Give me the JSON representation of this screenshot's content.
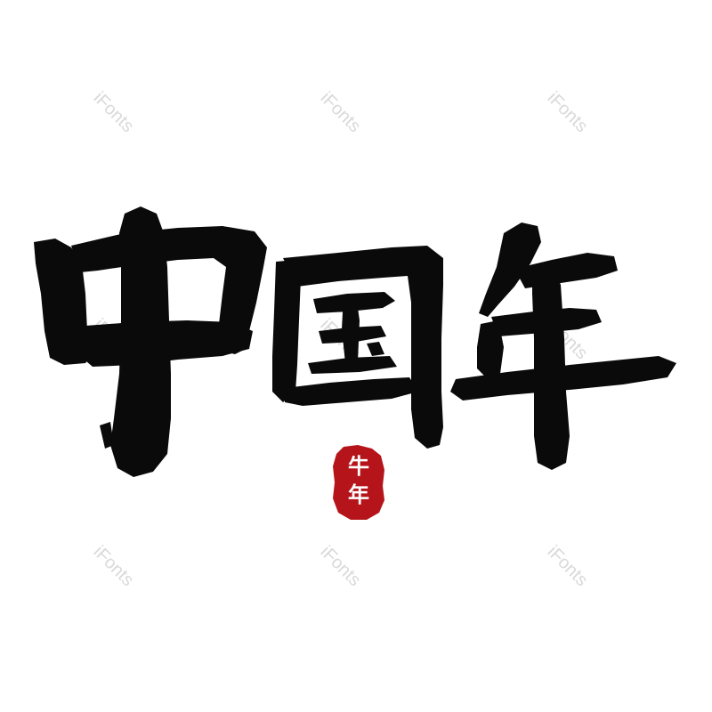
{
  "watermark": {
    "text": "iFonts",
    "color": "#d9d9d9"
  },
  "title": {
    "chars": [
      "中",
      "国",
      "年"
    ],
    "ink_color": "#0a0a0a"
  },
  "seal": {
    "line1": "牛",
    "line2": "年",
    "color": "#b5141a"
  }
}
